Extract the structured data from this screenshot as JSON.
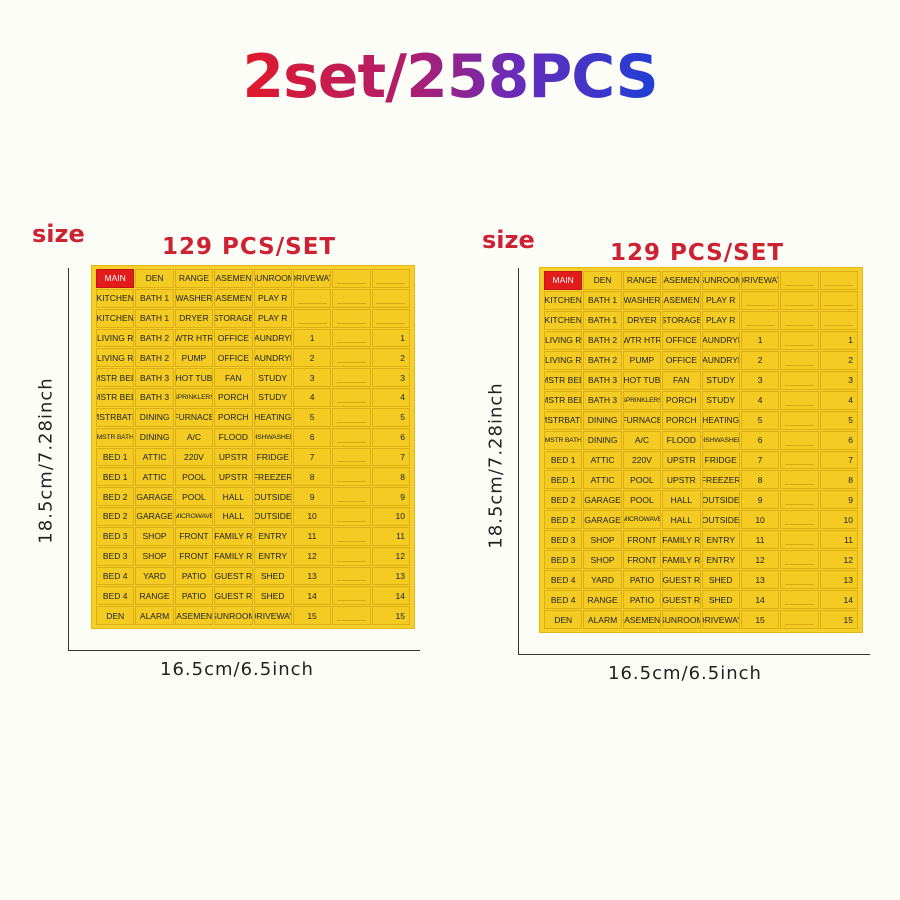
{
  "headline": {
    "text": "2set/258PCS"
  },
  "panels": [
    {
      "size_label": "size",
      "pcs_label": "129 PCS/SET",
      "height_label": "18.5cm/7.28inch",
      "width_label": "16.5cm/6.5inch"
    },
    {
      "size_label": "size",
      "pcs_label": "129 PCS/SET",
      "height_label": "18.5cm/7.28inch",
      "width_label": "16.5cm/6.5inch"
    }
  ],
  "sheet": {
    "main_color": "#e21b1b",
    "sheet_color": "#f6cf2a",
    "rows": [
      [
        "MAIN",
        "DEN",
        "RANGE",
        "BASEMENT",
        "SUNROOM",
        "DRIVEWAY",
        "",
        ""
      ],
      [
        "KITCHEN",
        "BATH 1",
        "WASHER",
        "BASEMENT",
        "PLAY R",
        "",
        "",
        ""
      ],
      [
        "KITCHEN",
        "BATH 1",
        "DRYER",
        "STORAGE",
        "PLAY R",
        "",
        "",
        ""
      ],
      [
        "LIVING R",
        "BATH 2",
        "WTR HTR",
        "OFFICE",
        "LAUNDRYR",
        "1",
        "",
        "1"
      ],
      [
        "LIVING R",
        "BATH 2",
        "PUMP",
        "OFFICE",
        "LAUNDRYR",
        "2",
        "",
        "2"
      ],
      [
        "MSTR BED",
        "BATH 3",
        "HOT TUB",
        "FAN",
        "STUDY",
        "3",
        "",
        "3"
      ],
      [
        "MSTR BED",
        "BATH 3",
        "SPRINKLERS",
        "PORCH",
        "STUDY",
        "4",
        "",
        "4"
      ],
      [
        "MSTRBATH",
        "DINING",
        "FURNACE",
        "PORCH",
        "HEATING",
        "5",
        "",
        "5"
      ],
      [
        "MSTR BATH",
        "DINING",
        "A/C",
        "FLOOD",
        "DISHWASHER",
        "6",
        "",
        "6"
      ],
      [
        "BED 1",
        "ATTIC",
        "220V",
        "UPSTR",
        "FRIDGE",
        "7",
        "",
        "7"
      ],
      [
        "BED 1",
        "ATTIC",
        "POOL",
        "UPSTR",
        "FREEZER",
        "8",
        "",
        "8"
      ],
      [
        "BED 2",
        "GARAGE",
        "POOL",
        "HALL",
        "OUTSIDE",
        "9",
        "",
        "9"
      ],
      [
        "BED 2",
        "GARAGE",
        "MICROWAVE",
        "HALL",
        "OUTSIDE",
        "10",
        "",
        "10"
      ],
      [
        "BED 3",
        "SHOP",
        "FRONT",
        "FAMILY R",
        "ENTRY",
        "11",
        "",
        "11"
      ],
      [
        "BED 3",
        "SHOP",
        "FRONT",
        "FAMILY R",
        "ENTRY",
        "12",
        "",
        "12"
      ],
      [
        "BED 4",
        "YARD",
        "PATIO",
        "GUEST R",
        "SHED",
        "13",
        "",
        "13"
      ],
      [
        "BED 4",
        "RANGE",
        "PATIO",
        "GUEST R",
        "SHED",
        "14",
        "",
        "14"
      ],
      [
        "DEN",
        "ALARM",
        "BASEMENT",
        "SUNROOM",
        "DRIVEWAY",
        "15",
        "",
        "15"
      ]
    ]
  }
}
